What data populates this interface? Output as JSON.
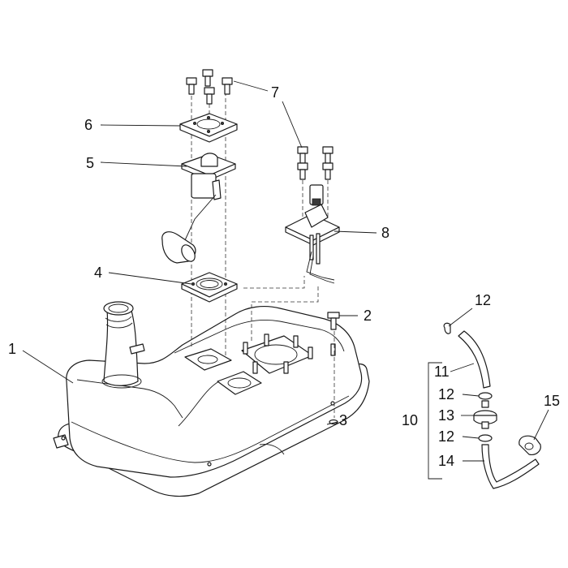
{
  "diagram": {
    "callouts": [
      {
        "id": "c1",
        "label": "1"
      },
      {
        "id": "c2",
        "label": "2"
      },
      {
        "id": "c3",
        "label": "3"
      },
      {
        "id": "c4",
        "label": "4"
      },
      {
        "id": "c5",
        "label": "5"
      },
      {
        "id": "c6",
        "label": "6"
      },
      {
        "id": "c7",
        "label": "7"
      },
      {
        "id": "c8",
        "label": "8"
      },
      {
        "id": "c10",
        "label": "10"
      },
      {
        "id": "c11",
        "label": "11"
      },
      {
        "id": "c12a",
        "label": "12"
      },
      {
        "id": "c12b",
        "label": "12"
      },
      {
        "id": "c12c",
        "label": "12"
      },
      {
        "id": "c13",
        "label": "13"
      },
      {
        "id": "c14",
        "label": "14"
      },
      {
        "id": "c15",
        "label": "15"
      }
    ]
  }
}
